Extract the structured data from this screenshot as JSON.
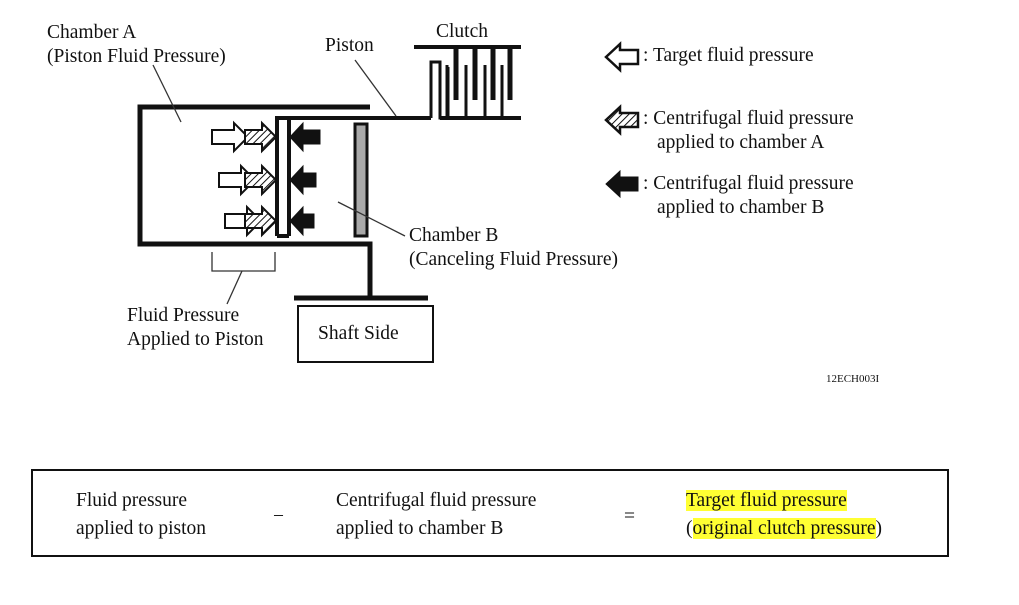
{
  "diagram": {
    "labels": {
      "chamber_a_line1": "Chamber A",
      "chamber_a_line2": "(Piston Fluid Pressure)",
      "piston": "Piston",
      "clutch": "Clutch",
      "chamber_b_line1": "Chamber B",
      "chamber_b_line2": "(Canceling Fluid Pressure)",
      "fluid_pressure_line1": "Fluid Pressure",
      "fluid_pressure_line2": "Applied to Piston",
      "shaft_side": "Shaft Side",
      "figure_code": "12ECH003I"
    },
    "legend": [
      {
        "icon": "outline-arrow-icon",
        "line1": ": Target fluid pressure",
        "line2": ""
      },
      {
        "icon": "hatched-arrow-icon",
        "line1": ": Centrifugal fluid pressure",
        "line2": "applied to chamber A"
      },
      {
        "icon": "solid-arrow-icon",
        "line1": ": Centrifugal fluid pressure",
        "line2": "applied to chamber B"
      }
    ],
    "colors": {
      "line": "#111111",
      "canceller_fill": "#a9a9a9",
      "highlight": "#ffff33"
    }
  },
  "equation": {
    "term1_line1": "Fluid pressure",
    "term1_line2": "applied to piston",
    "operator_minus": "−",
    "term2_line1": "Centrifugal fluid pressure",
    "term2_line2": "applied to chamber B",
    "operator_equals": "=",
    "result_line1": "Target fluid pressure",
    "result_line2_open": "(",
    "result_line2_text": "original clutch pressure",
    "result_line2_close": ")"
  }
}
